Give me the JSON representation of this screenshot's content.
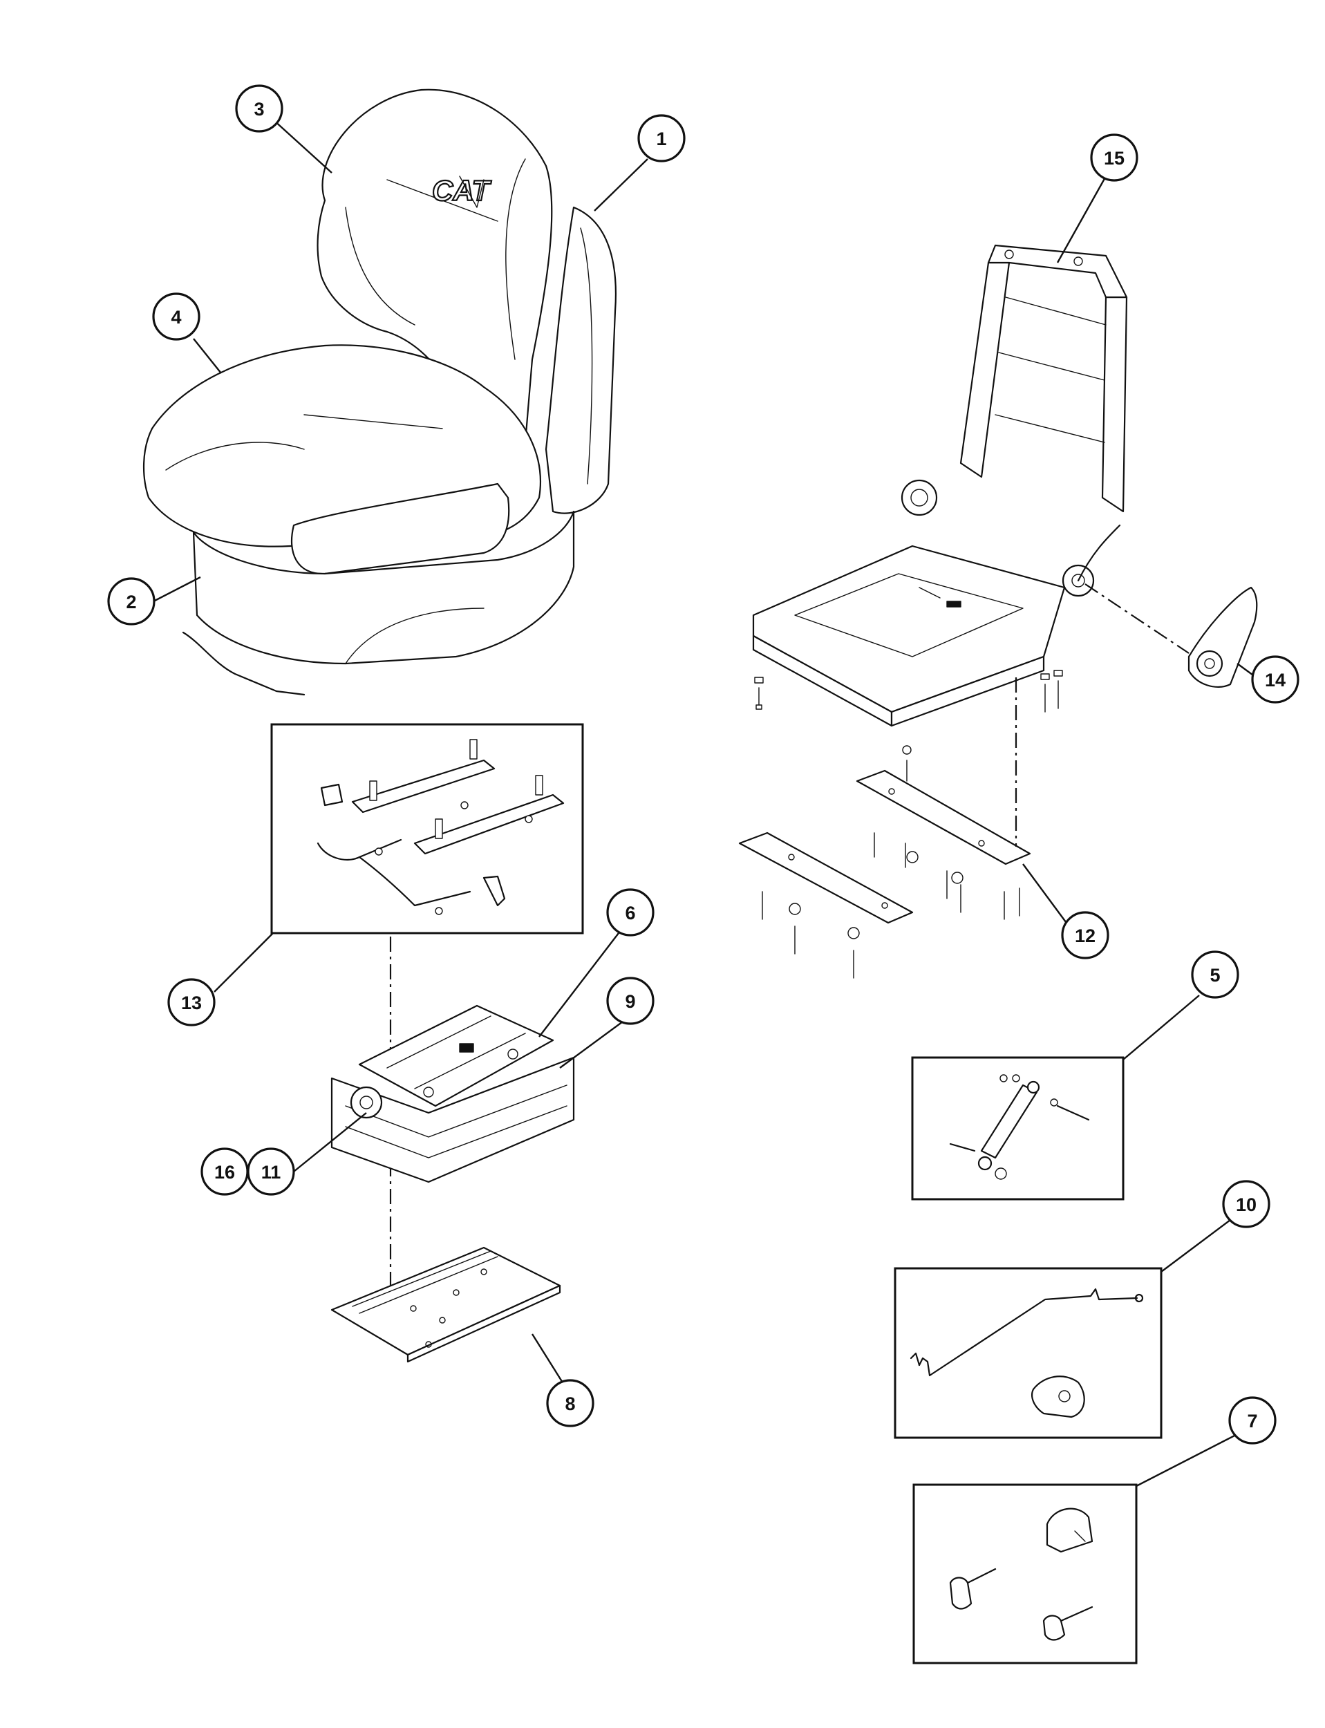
{
  "diagram": {
    "brand_logo_text": "CAT",
    "callouts": [
      {
        "id": "callout-1",
        "label": "1"
      },
      {
        "id": "callout-2",
        "label": "2"
      },
      {
        "id": "callout-3",
        "label": "3"
      },
      {
        "id": "callout-4",
        "label": "4"
      },
      {
        "id": "callout-5",
        "label": "5"
      },
      {
        "id": "callout-6",
        "label": "6"
      },
      {
        "id": "callout-7",
        "label": "7"
      },
      {
        "id": "callout-8",
        "label": "8"
      },
      {
        "id": "callout-9",
        "label": "9"
      },
      {
        "id": "callout-10",
        "label": "10"
      },
      {
        "id": "callout-11",
        "label": "11"
      },
      {
        "id": "callout-12",
        "label": "12"
      },
      {
        "id": "callout-13",
        "label": "13"
      },
      {
        "id": "callout-14",
        "label": "14"
      },
      {
        "id": "callout-15",
        "label": "15"
      },
      {
        "id": "callout-16",
        "label": "16"
      }
    ]
  }
}
